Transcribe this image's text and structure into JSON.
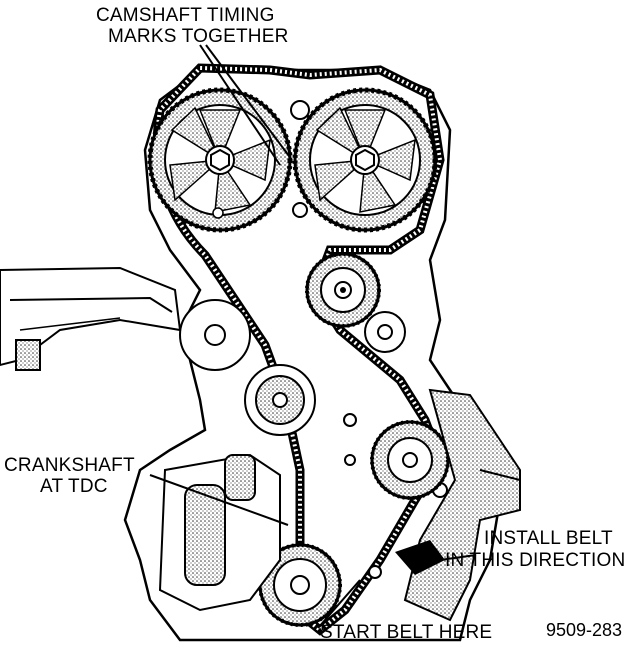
{
  "labels": {
    "camshaft_line1": "CAMSHAFT TIMING",
    "camshaft_line2": "MARKS TOGETHER",
    "crankshaft_line1": "CRANKSHAFT",
    "crankshaft_line2": "AT TDC",
    "install_line1": "INSTALL BELT",
    "install_line2": "IN THIS DIRECTION",
    "start_belt": "START BELT HERE",
    "figure_id": "9509-283"
  },
  "style": {
    "line_color": "#000000",
    "background": "#ffffff",
    "stipple": "#bdbdbd"
  }
}
